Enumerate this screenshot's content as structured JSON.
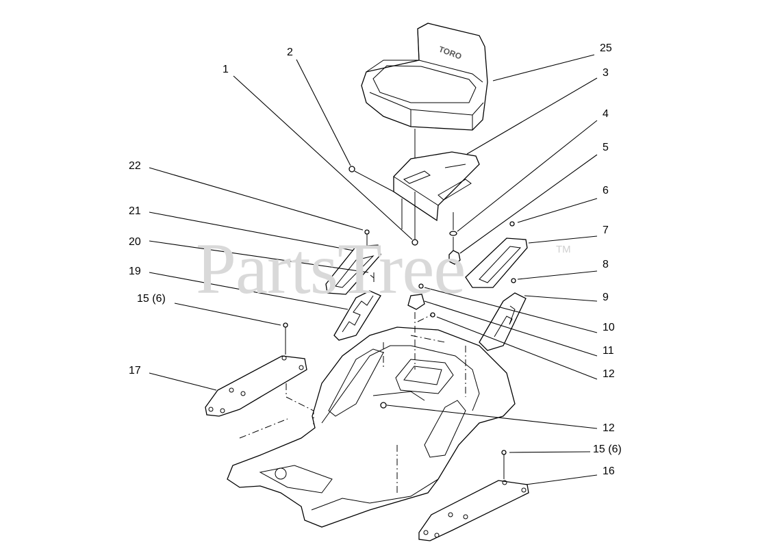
{
  "watermark": {
    "text": "PartsTree",
    "tm": "TM"
  },
  "seat_logo": "TORO",
  "callouts": [
    {
      "id": "1",
      "label": "1"
    },
    {
      "id": "2",
      "label": "2"
    },
    {
      "id": "25",
      "label": "25"
    },
    {
      "id": "3",
      "label": "3"
    },
    {
      "id": "4",
      "label": "4"
    },
    {
      "id": "5",
      "label": "5"
    },
    {
      "id": "22",
      "label": "22"
    },
    {
      "id": "6",
      "label": "6"
    },
    {
      "id": "21",
      "label": "21"
    },
    {
      "id": "7",
      "label": "7"
    },
    {
      "id": "20",
      "label": "20"
    },
    {
      "id": "8",
      "label": "8"
    },
    {
      "id": "19",
      "label": "19"
    },
    {
      "id": "9",
      "label": "9"
    },
    {
      "id": "15a",
      "label": "15 (6)"
    },
    {
      "id": "10",
      "label": "10"
    },
    {
      "id": "11",
      "label": "11"
    },
    {
      "id": "12a",
      "label": "12"
    },
    {
      "id": "17",
      "label": "17"
    },
    {
      "id": "12b",
      "label": "12"
    },
    {
      "id": "15b",
      "label": "15 (6)"
    },
    {
      "id": "16",
      "label": "16"
    }
  ]
}
